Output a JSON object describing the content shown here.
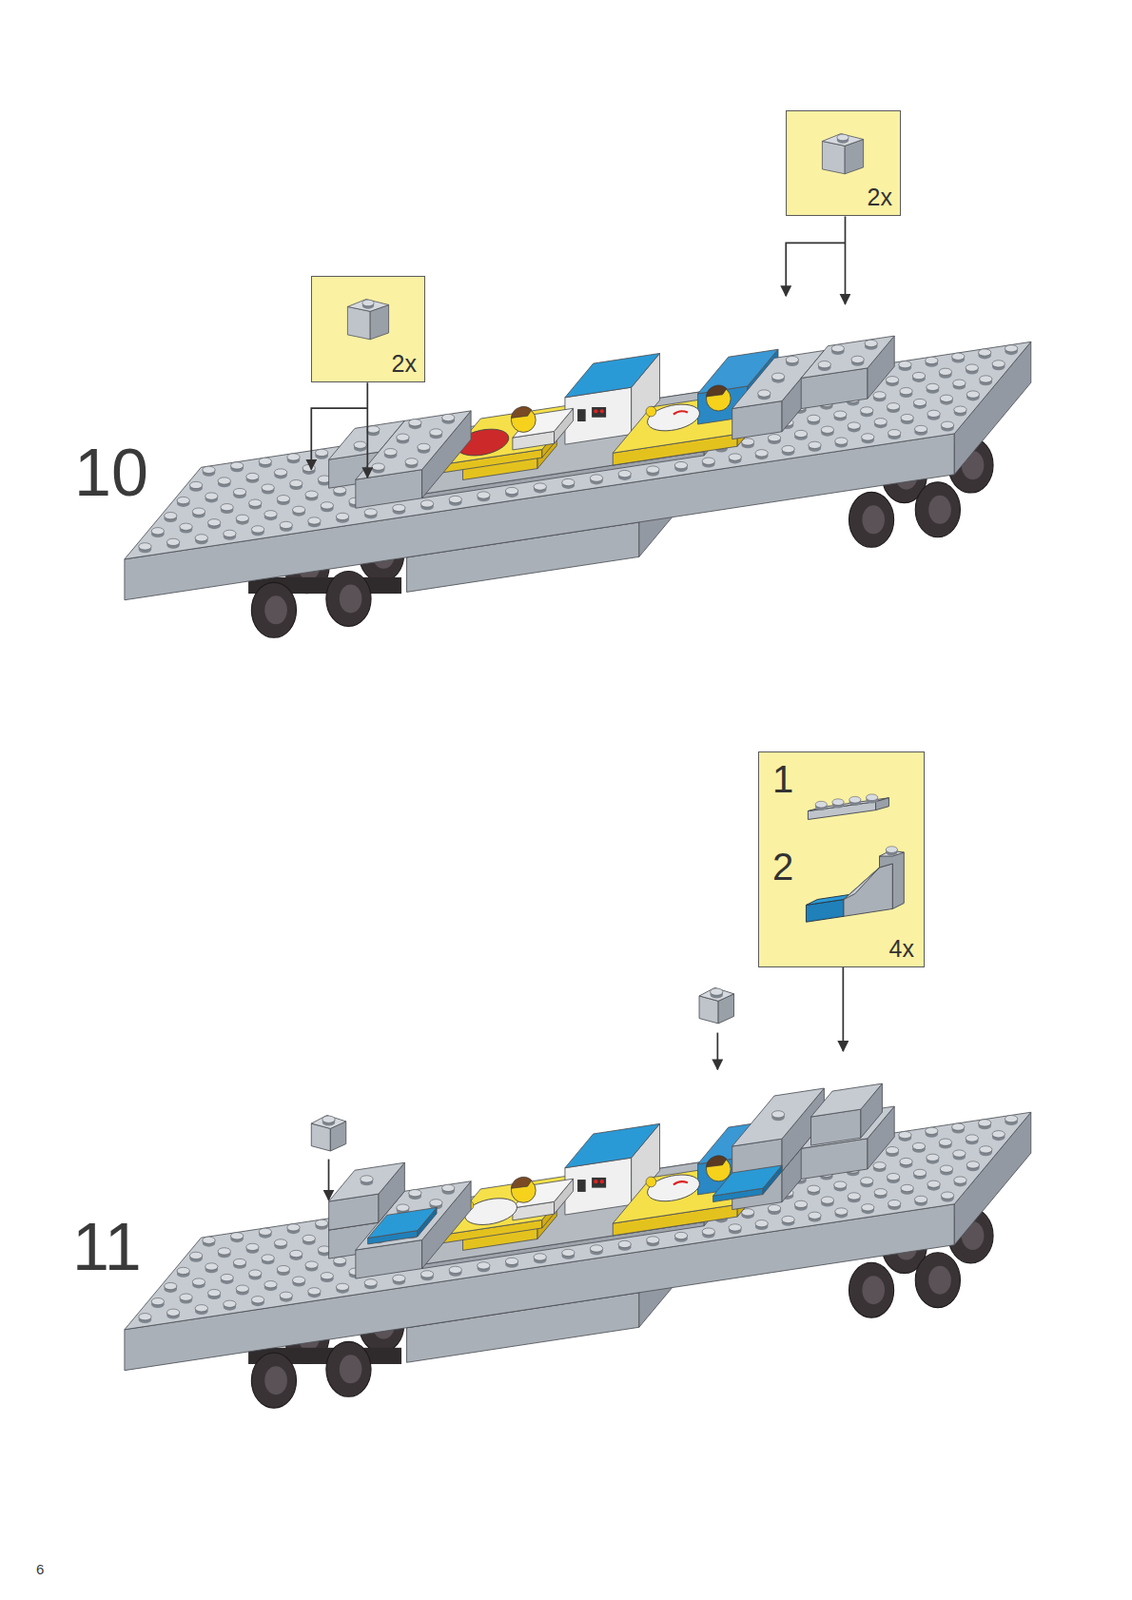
{
  "diagram": {
    "nodes": [
      {
        "text": [
          "2x"
        ]
      },
      {
        "text": [
          "2x"
        ]
      },
      {
        "text": [
          "1",
          "2",
          "4x"
        ]
      }
    ],
    "labels": [
      "10",
      "11",
      "6"
    ]
  }
}
